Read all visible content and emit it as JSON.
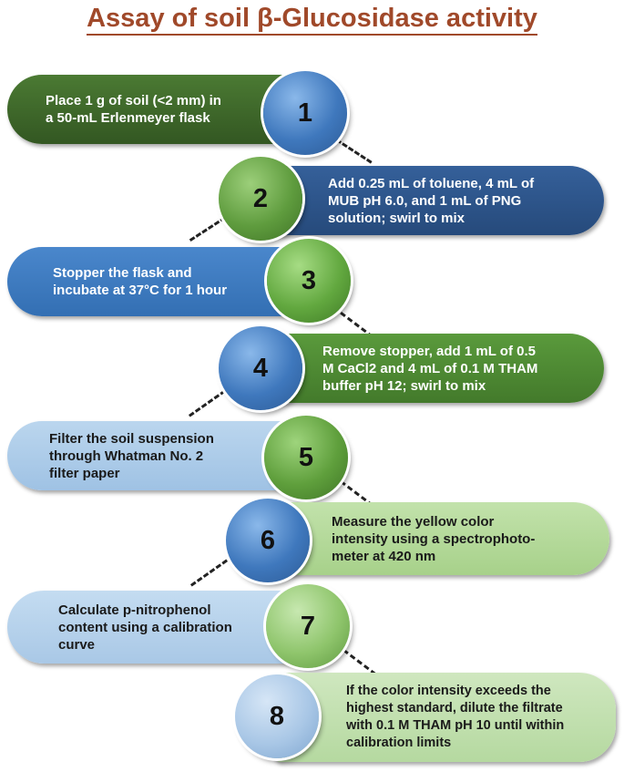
{
  "title": "Assay of soil β-Glucosidase activity",
  "colors": {
    "title": "#a0492a",
    "dark_green": "#3f6a2a",
    "dark_blue": "#2f5689",
    "mid_blue": "#3f78bd",
    "mid_green": "#4d8a33",
    "light_blue": "#aacbe8",
    "light_green": "#b3d89b",
    "circle_blue": "#4d87c9",
    "circle_green": "#6aad48"
  },
  "steps": [
    {
      "number": "1",
      "text": "Place 1 g of soil (<2 mm) in\na 50-mL Erlenmeyer flask"
    },
    {
      "number": "2",
      "text": "Add 0.25 mL of toluene, 4 mL of\nMUB pH 6.0, and 1 mL of PNG\nsolution; swirl to mix"
    },
    {
      "number": "3",
      "text": "Stopper the flask and\nincubate at 37°C for 1 hour"
    },
    {
      "number": "4",
      "text": "Remove stopper, add 1 mL of 0.5\nM CaCl2 and 4 mL of 0.1 M THAM\nbuffer pH 12; swirl to mix"
    },
    {
      "number": "5",
      "text": "Filter the soil suspension\nthrough Whatman No. 2\nfilter paper"
    },
    {
      "number": "6",
      "text": "Measure the yellow color\nintensity using a spectrophoto-\nmeter at 420 nm"
    },
    {
      "number": "7",
      "text": "Calculate p-nitrophenol\ncontent using a calibration\ncurve"
    },
    {
      "number": "8",
      "text": "If the color intensity exceeds the\nhighest standard, dilute the filtrate\nwith 0.1 M THAM pH 10 until within\ncalibration limits"
    }
  ]
}
